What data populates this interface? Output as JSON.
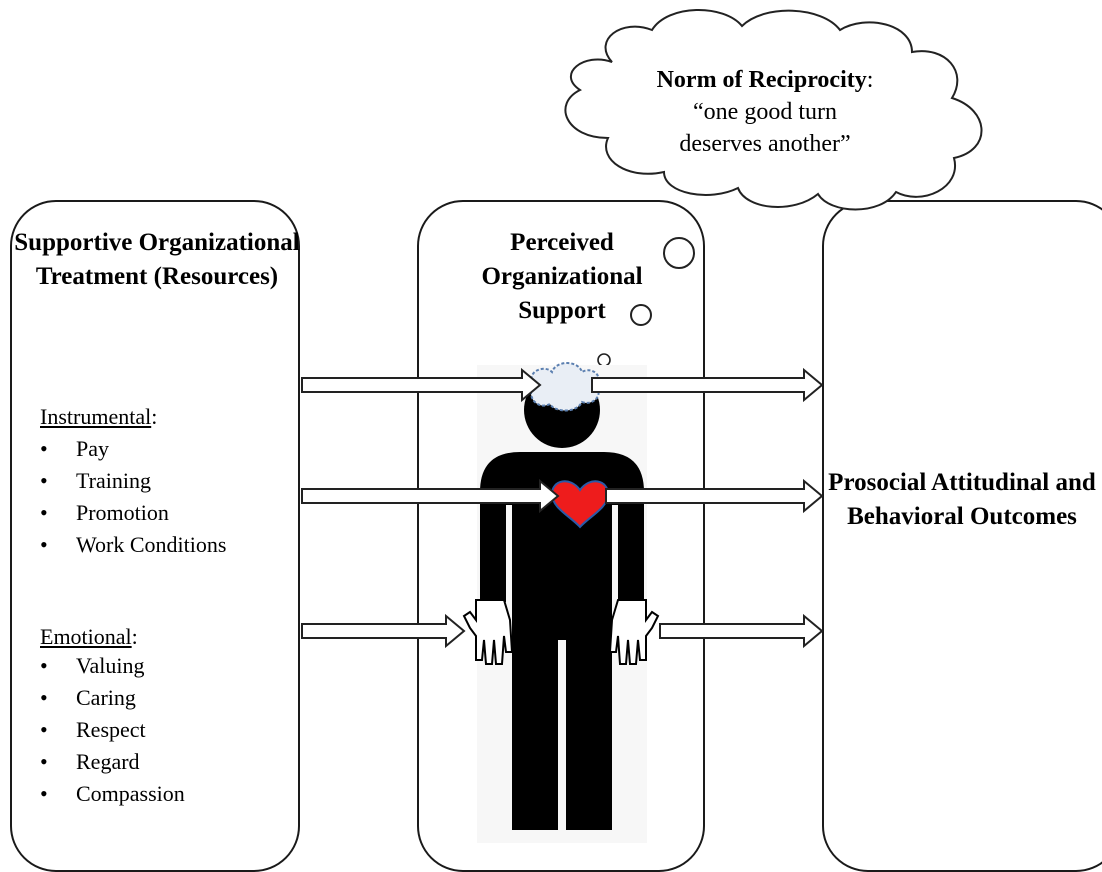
{
  "left_panel": {
    "title": "Supportive Organizational Treatment (Resources)",
    "instrumental": {
      "heading": "Instrumental",
      "items": [
        "Pay",
        "Training",
        "Promotion",
        "Work Conditions"
      ]
    },
    "emotional": {
      "heading": "Emotional",
      "items": [
        "Valuing",
        "Caring",
        "Respect",
        "Regard",
        "Compassion"
      ]
    }
  },
  "middle_panel": {
    "title": "Perceived Organizational Support"
  },
  "right_panel": {
    "title": "Prosocial Attitudinal and Behavioral Outcomes"
  },
  "thought_cloud": {
    "norm": "Norm of Reciprocity",
    "colon": ":",
    "line1": "“one good turn",
    "line2": "deserves another”"
  },
  "colors": {
    "heart": "#ee1c1c",
    "heart_stroke": "#2a5aa8",
    "figure": "#000000",
    "small_cloud_fill": "#e9eef5",
    "small_cloud_stroke": "#5b7fb0"
  }
}
